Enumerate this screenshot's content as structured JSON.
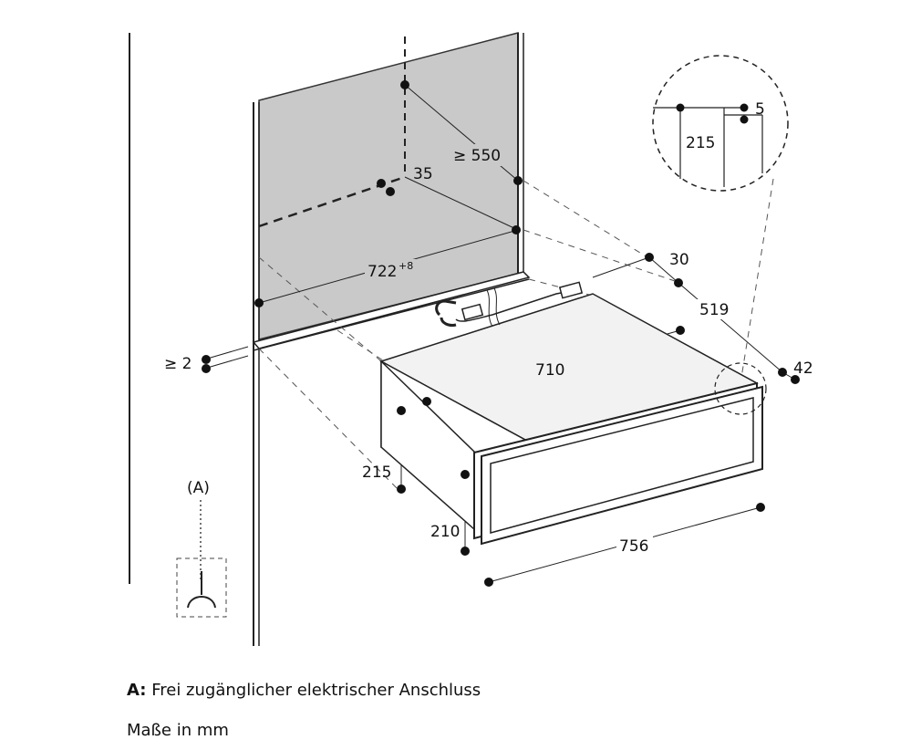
{
  "diagram": {
    "dimensions": {
      "gap_top": "≥ 550",
      "offset_35": "35",
      "width_722": "722",
      "width_722_tolerance": "+8",
      "gap_2": "≥ 2",
      "dim_30": "30",
      "depth_519": "519",
      "width_710": "710",
      "dim_42": "42",
      "height_215": "215",
      "height_210": "210",
      "width_756": "756",
      "detail_215": "215",
      "detail_5": "5"
    },
    "marker_a": "(A)"
  },
  "legend": {
    "a_key": "A:",
    "a_text": "Frei zugänglicher elektrischer Anschluss",
    "units": "Maße in mm"
  }
}
